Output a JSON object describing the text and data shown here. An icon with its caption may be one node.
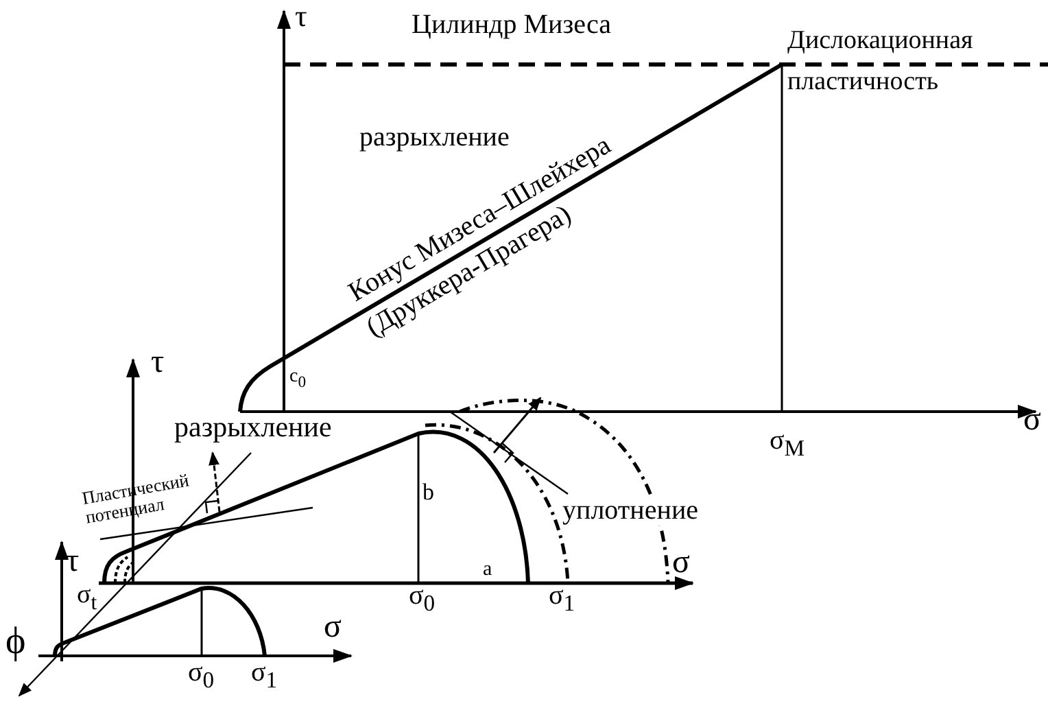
{
  "diagram": {
    "labels": [
      "τ",
      "Цилиндр Мизеса",
      "Дислокационная пластичность",
      "разрыхление",
      "Конус Мизеса–Шлейхера",
      "(Друккера-Прагера)",
      "τ",
      "c$_{0}$",
      "σ",
      "разрыхление",
      "σ$_{М}$",
      "Пластический потенциал",
      "b",
      "уплотнение",
      "τ",
      "σ",
      "a",
      "σ$_{t}$",
      "σ$_{0}$",
      "σ$_{1}$",
      "ϕ",
      "σ",
      "σ$_{0}$",
      "σ$_{1}$"
    ]
  }
}
